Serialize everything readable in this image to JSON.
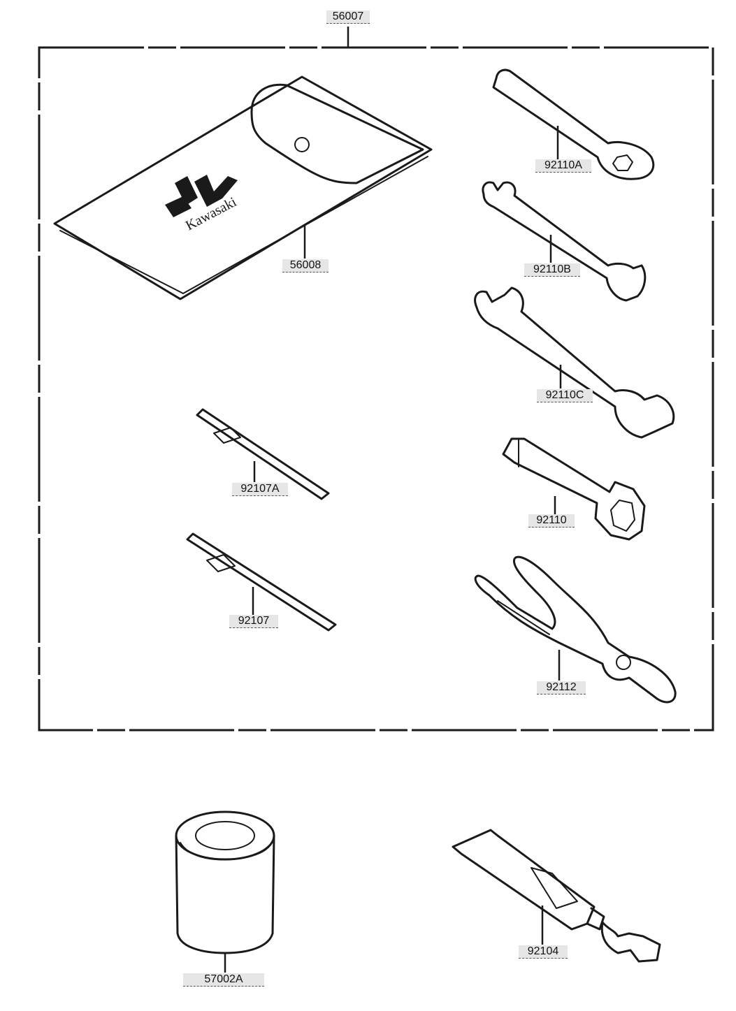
{
  "callouts": {
    "kit": "56007",
    "case": "56008",
    "wrench_a": "92110A",
    "wrench_b": "92110B",
    "wrench_c": "92110C",
    "driver_a": "92107A",
    "box_wrench": "92110",
    "driver": "92107",
    "pliers": "92112",
    "can": "57002A",
    "tube": "92104"
  },
  "case_logo_text": "Kawasaki"
}
